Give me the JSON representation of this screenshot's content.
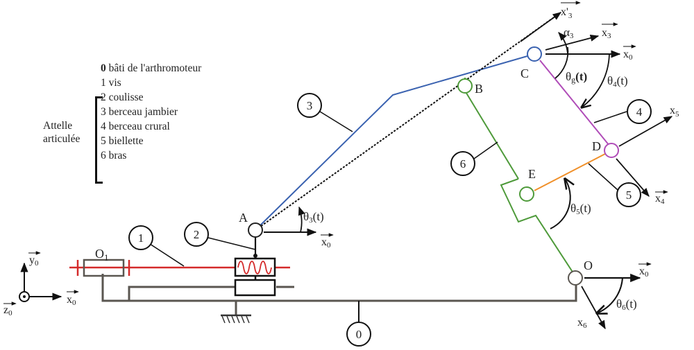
{
  "legend": {
    "items": [
      {
        "num": "0",
        "text": "bâti de l'arthromoteur"
      },
      {
        "num": "1",
        "text": "vis"
      },
      {
        "num": "2",
        "text": "coulisse"
      },
      {
        "num": "3",
        "text": "berceau jambier"
      },
      {
        "num": "4",
        "text": "berceau crural"
      },
      {
        "num": "5",
        "text": "biellette"
      },
      {
        "num": "6",
        "text": "bras"
      }
    ],
    "group_label_line1": "Attelle",
    "group_label_line2": "articulée"
  },
  "points": {
    "O1": "O",
    "O1_sub": "1",
    "A": "A",
    "B": "B",
    "C": "C",
    "D": "D",
    "E": "E",
    "O": "O"
  },
  "part_callouts": [
    "0",
    "1",
    "2",
    "3",
    "4",
    "5",
    "6"
  ],
  "vectors": {
    "x0": "x",
    "x0_sub": "0",
    "y0": "y",
    "y0_sub": "0",
    "z0": "z",
    "z0_sub": "0",
    "x3": "x",
    "x3_sub": "3",
    "x3p": "x'",
    "x3p_sub": "3",
    "x4": "x",
    "x4_sub": "4",
    "x5": "x",
    "x5_sub": "5",
    "x6": "x",
    "x6_sub": "6"
  },
  "angles": {
    "alpha3": "α",
    "alpha3_sub": "3",
    "theta3": "θ",
    "theta3_sub": "3",
    "theta3_arg": "(t)",
    "thetag": "θ",
    "thetag_sub": "g",
    "thetag_arg": "(t)",
    "theta4": "θ",
    "theta4_sub": "4",
    "theta4_arg": "(t)",
    "theta5": "θ",
    "theta5_sub": "5",
    "theta5_arg": "(t)",
    "theta6": "θ",
    "theta6_sub": "6",
    "theta6_arg": "(t)"
  },
  "colors": {
    "frame": "#5a5650",
    "screw": "#d42a2a",
    "leg_cradle": "#3a62b0",
    "thigh_cradle": "#b04cb8",
    "link": "#f0902a",
    "arm": "#4e9a3a",
    "ink": "#111111"
  }
}
